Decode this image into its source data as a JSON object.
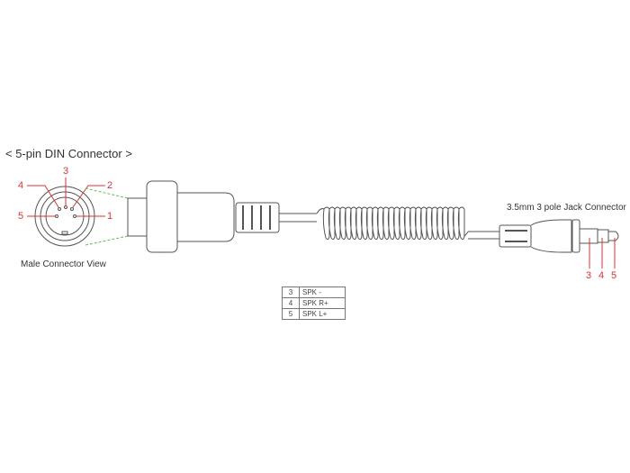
{
  "title": "< 5-pin DIN Connector >",
  "din_view_label": "Male Connector View",
  "jack_label": "3.5mm 3 pole Jack Connector",
  "din_pins": [
    "1",
    "2",
    "3",
    "4",
    "5"
  ],
  "jack_pins": [
    "3",
    "4",
    "5"
  ],
  "pin_table": [
    {
      "pin": "3",
      "signal": "SPK -"
    },
    {
      "pin": "4",
      "signal": "SPK R+"
    },
    {
      "pin": "5",
      "signal": "SPK L+"
    }
  ],
  "colors": {
    "pin_label": "#dd3333",
    "guide": "#66bb55",
    "line": "#555555"
  }
}
